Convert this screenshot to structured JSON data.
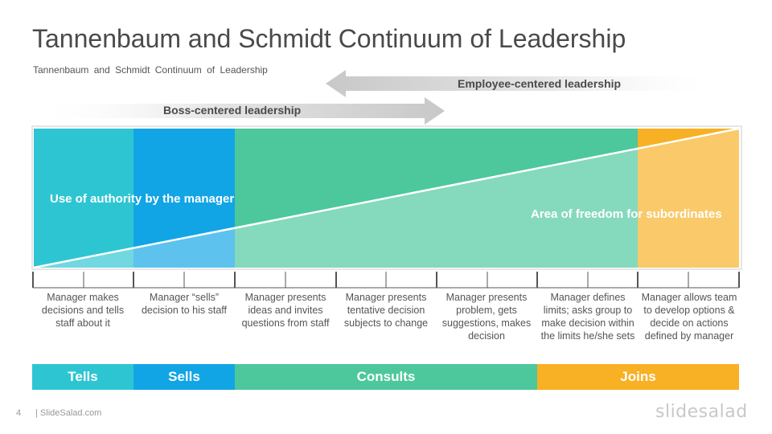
{
  "slide": {
    "title": "Tannenbaum and Schmidt Continuum of Leadership",
    "subtitle": "Tannenbaum  and  Schmidt  Continuum  of  Leadership"
  },
  "arrows": {
    "employee_centered": "Employee-centered leadership",
    "boss_centered": "Boss-centered leadership"
  },
  "regions": {
    "authority": "Use of authority by the manager",
    "freedom": "Area of freedom for subordinates"
  },
  "behaviors": [
    "Manager makes decisions and tells staff about it",
    "Manager “sells” decision to his staff",
    "Manager presents ideas and invites questions from staff",
    "Manager presents tentative decision subjects to change",
    "Manager presents problem, gets suggestions, makes decision",
    "Manager defines limits; asks group to make decision within the limits he/she sets",
    "Manager allows team to develop options & decide on actions defined by manager"
  ],
  "styles": [
    {
      "label": "Tells",
      "color": "#2ec5d3"
    },
    {
      "label": "Sells",
      "color": "#11a5e6"
    },
    {
      "label": "Consults",
      "color": "#4cc89c"
    },
    {
      "label": "Joins",
      "color": "#f8b024"
    }
  ],
  "column_colors": [
    "#2ec5d3",
    "#11a5e6",
    "#4cc89c",
    "#f8b024"
  ],
  "footer": {
    "page_number": "4",
    "site": "| SlideSalad.com",
    "logo": "slidesalad"
  }
}
